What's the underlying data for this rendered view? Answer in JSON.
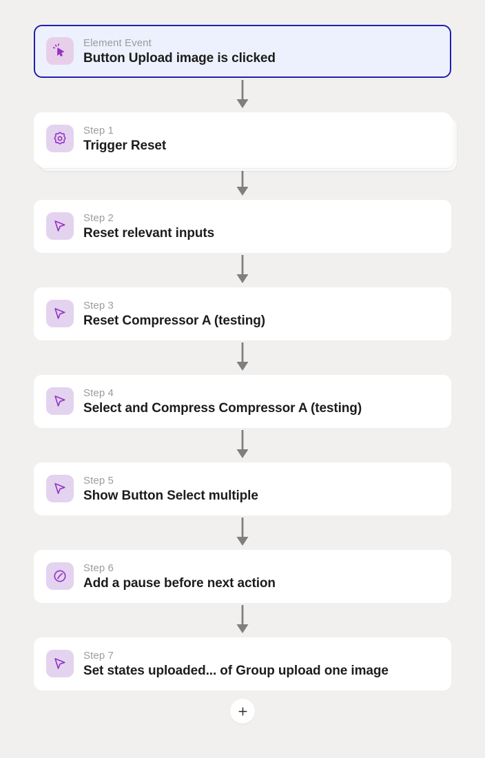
{
  "canvas": {
    "background": "#f1f0ee",
    "card_background": "#ffffff",
    "selected_background": "#edf1fd",
    "selected_border": "#1f1fae",
    "icon_tile_color": "#e3d3ef",
    "icon_stroke_color": "#9333c5",
    "eyebrow_color": "#9b9b9b",
    "title_color": "#1c1c1c",
    "connector_color": "#7f7f7f"
  },
  "nodes": [
    {
      "eyebrow": "Element Event",
      "title": "Button Upload image is clicked",
      "icon": "cursor-click-icon",
      "selected": true,
      "stacked": false
    },
    {
      "eyebrow": "Step 1",
      "title": "Trigger Reset",
      "icon": "gear-icon",
      "selected": false,
      "stacked": true
    },
    {
      "eyebrow": "Step 2",
      "title": "Reset relevant inputs",
      "icon": "cursor-arrow-icon",
      "selected": false,
      "stacked": false
    },
    {
      "eyebrow": "Step 3",
      "title": "Reset Compressor A (testing)",
      "icon": "cursor-arrow-icon",
      "selected": false,
      "stacked": false
    },
    {
      "eyebrow": "Step 4",
      "title": "Select and Compress Compressor A (testing)",
      "icon": "cursor-arrow-icon",
      "selected": false,
      "stacked": false
    },
    {
      "eyebrow": "Step 5",
      "title": "Show Button Select multiple",
      "icon": "cursor-arrow-icon",
      "selected": false,
      "stacked": false
    },
    {
      "eyebrow": "Step 6",
      "title": "Add a pause before next action",
      "icon": "pause-slash-circle-icon",
      "selected": false,
      "stacked": false
    },
    {
      "eyebrow": "Step 7",
      "title": "Set states uploaded... of Group upload one image",
      "icon": "cursor-arrow-icon",
      "selected": false,
      "stacked": false
    }
  ],
  "add_button": {
    "icon": "plus-icon",
    "label": "+"
  }
}
